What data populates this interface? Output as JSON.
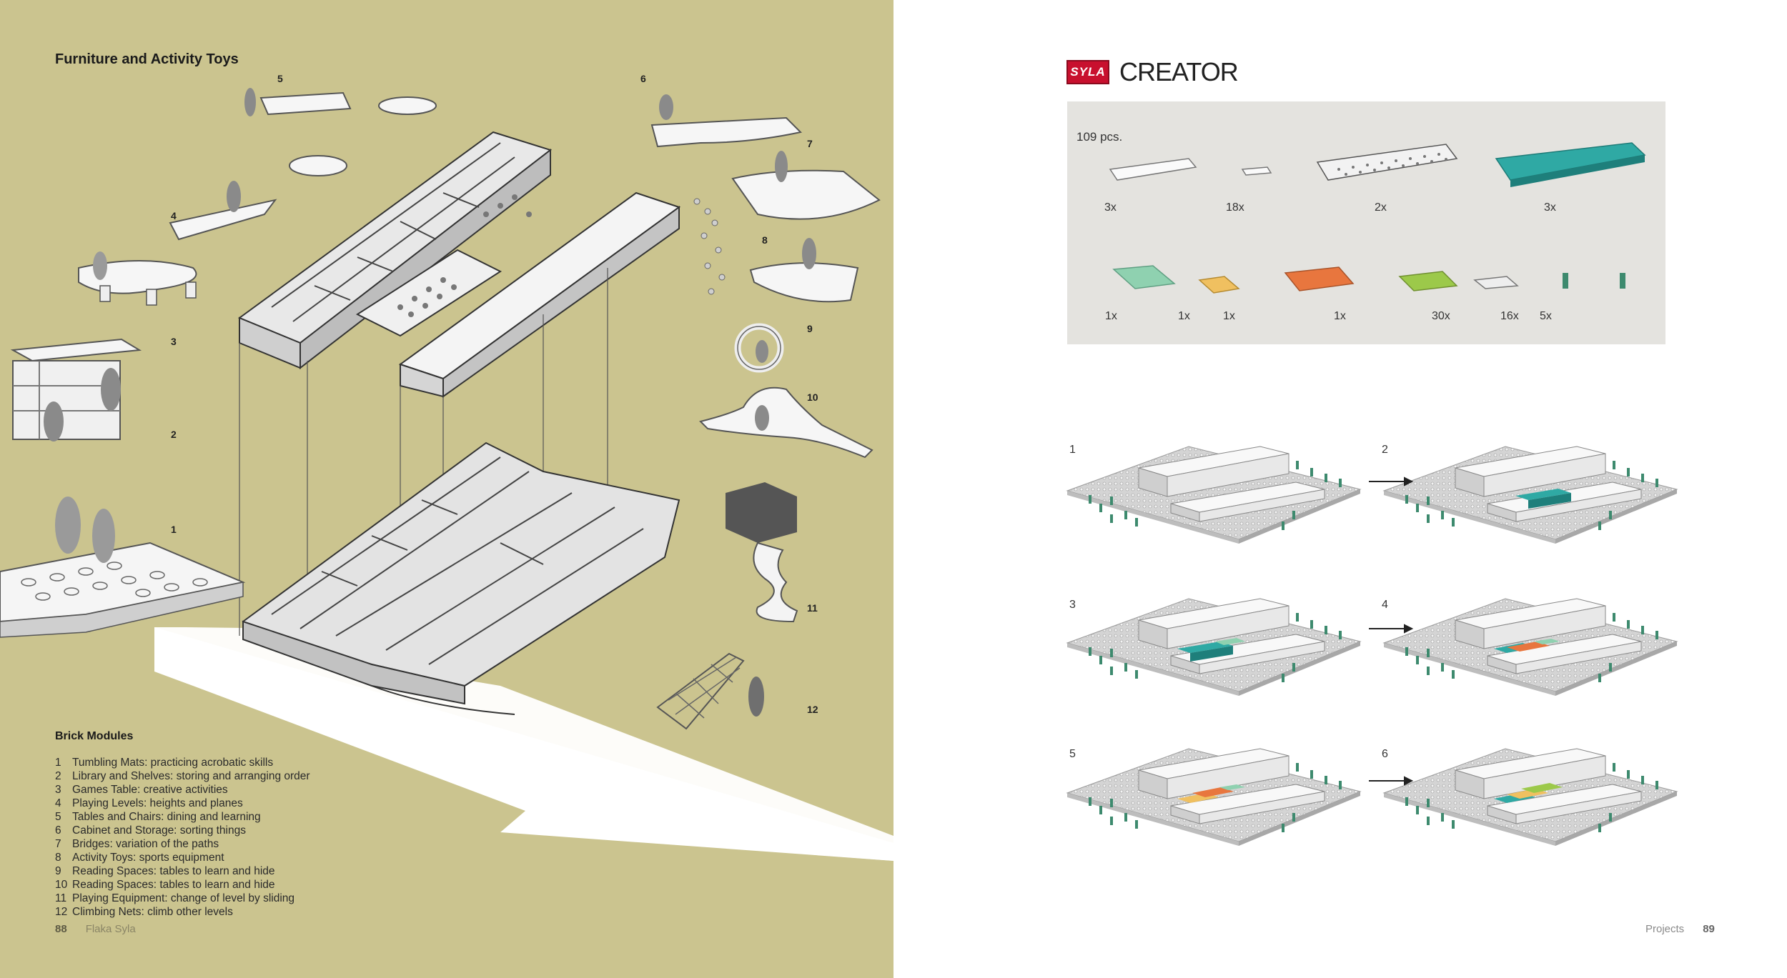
{
  "left_page": {
    "title": "Furniture and Activity Toys",
    "figure_numbers": [
      "1",
      "2",
      "3",
      "4",
      "5",
      "6",
      "7",
      "8",
      "9",
      "10",
      "11",
      "12"
    ],
    "legend_title": "Brick Modules",
    "legend": [
      {
        "n": "1",
        "text": "Tumbling Mats: practicing acrobatic skills"
      },
      {
        "n": "2",
        "text": "Library and Shelves: storing and arranging order"
      },
      {
        "n": "3",
        "text": "Games Table: creative activities"
      },
      {
        "n": "4",
        "text": "Playing Levels: heights and planes"
      },
      {
        "n": "5",
        "text": "Tables and Chairs: dining and learning"
      },
      {
        "n": "6",
        "text": "Cabinet and Storage: sorting things"
      },
      {
        "n": "7",
        "text": "Bridges: variation of the paths"
      },
      {
        "n": "8",
        "text": "Activity Toys: sports equipment"
      },
      {
        "n": "9",
        "text": "Reading Spaces: tables to learn and hide"
      },
      {
        "n": "10",
        "text": "Reading Spaces: tables to learn and hide"
      },
      {
        "n": "11",
        "text": "Playing Equipment: change of level by sliding"
      },
      {
        "n": "12",
        "text": "Climbing Nets: climb other levels"
      }
    ],
    "page_number": "88",
    "running_head": "Flaka Syla",
    "background_color": "#cbc48f"
  },
  "right_page": {
    "logo_badge": "SYLA",
    "logo_text": "CREATOR",
    "pieces_label": "109 pcs.",
    "counts_row1": [
      "3x",
      "18x",
      "2x",
      "3x"
    ],
    "counts_row2": [
      "1x",
      "1x",
      "1x",
      "1x",
      "30x",
      "16x",
      "5x"
    ],
    "steps": [
      "1",
      "2",
      "3",
      "4",
      "5",
      "6"
    ],
    "running_head": "Projects",
    "page_number": "89",
    "colors": {
      "teal": "#2fa9a4",
      "mint": "#8fd1b0",
      "yellow": "#f0c060",
      "orange": "#e8763e",
      "lime": "#9cc94a",
      "logo_red": "#c8102e",
      "tree": "#3d8a6e"
    }
  }
}
